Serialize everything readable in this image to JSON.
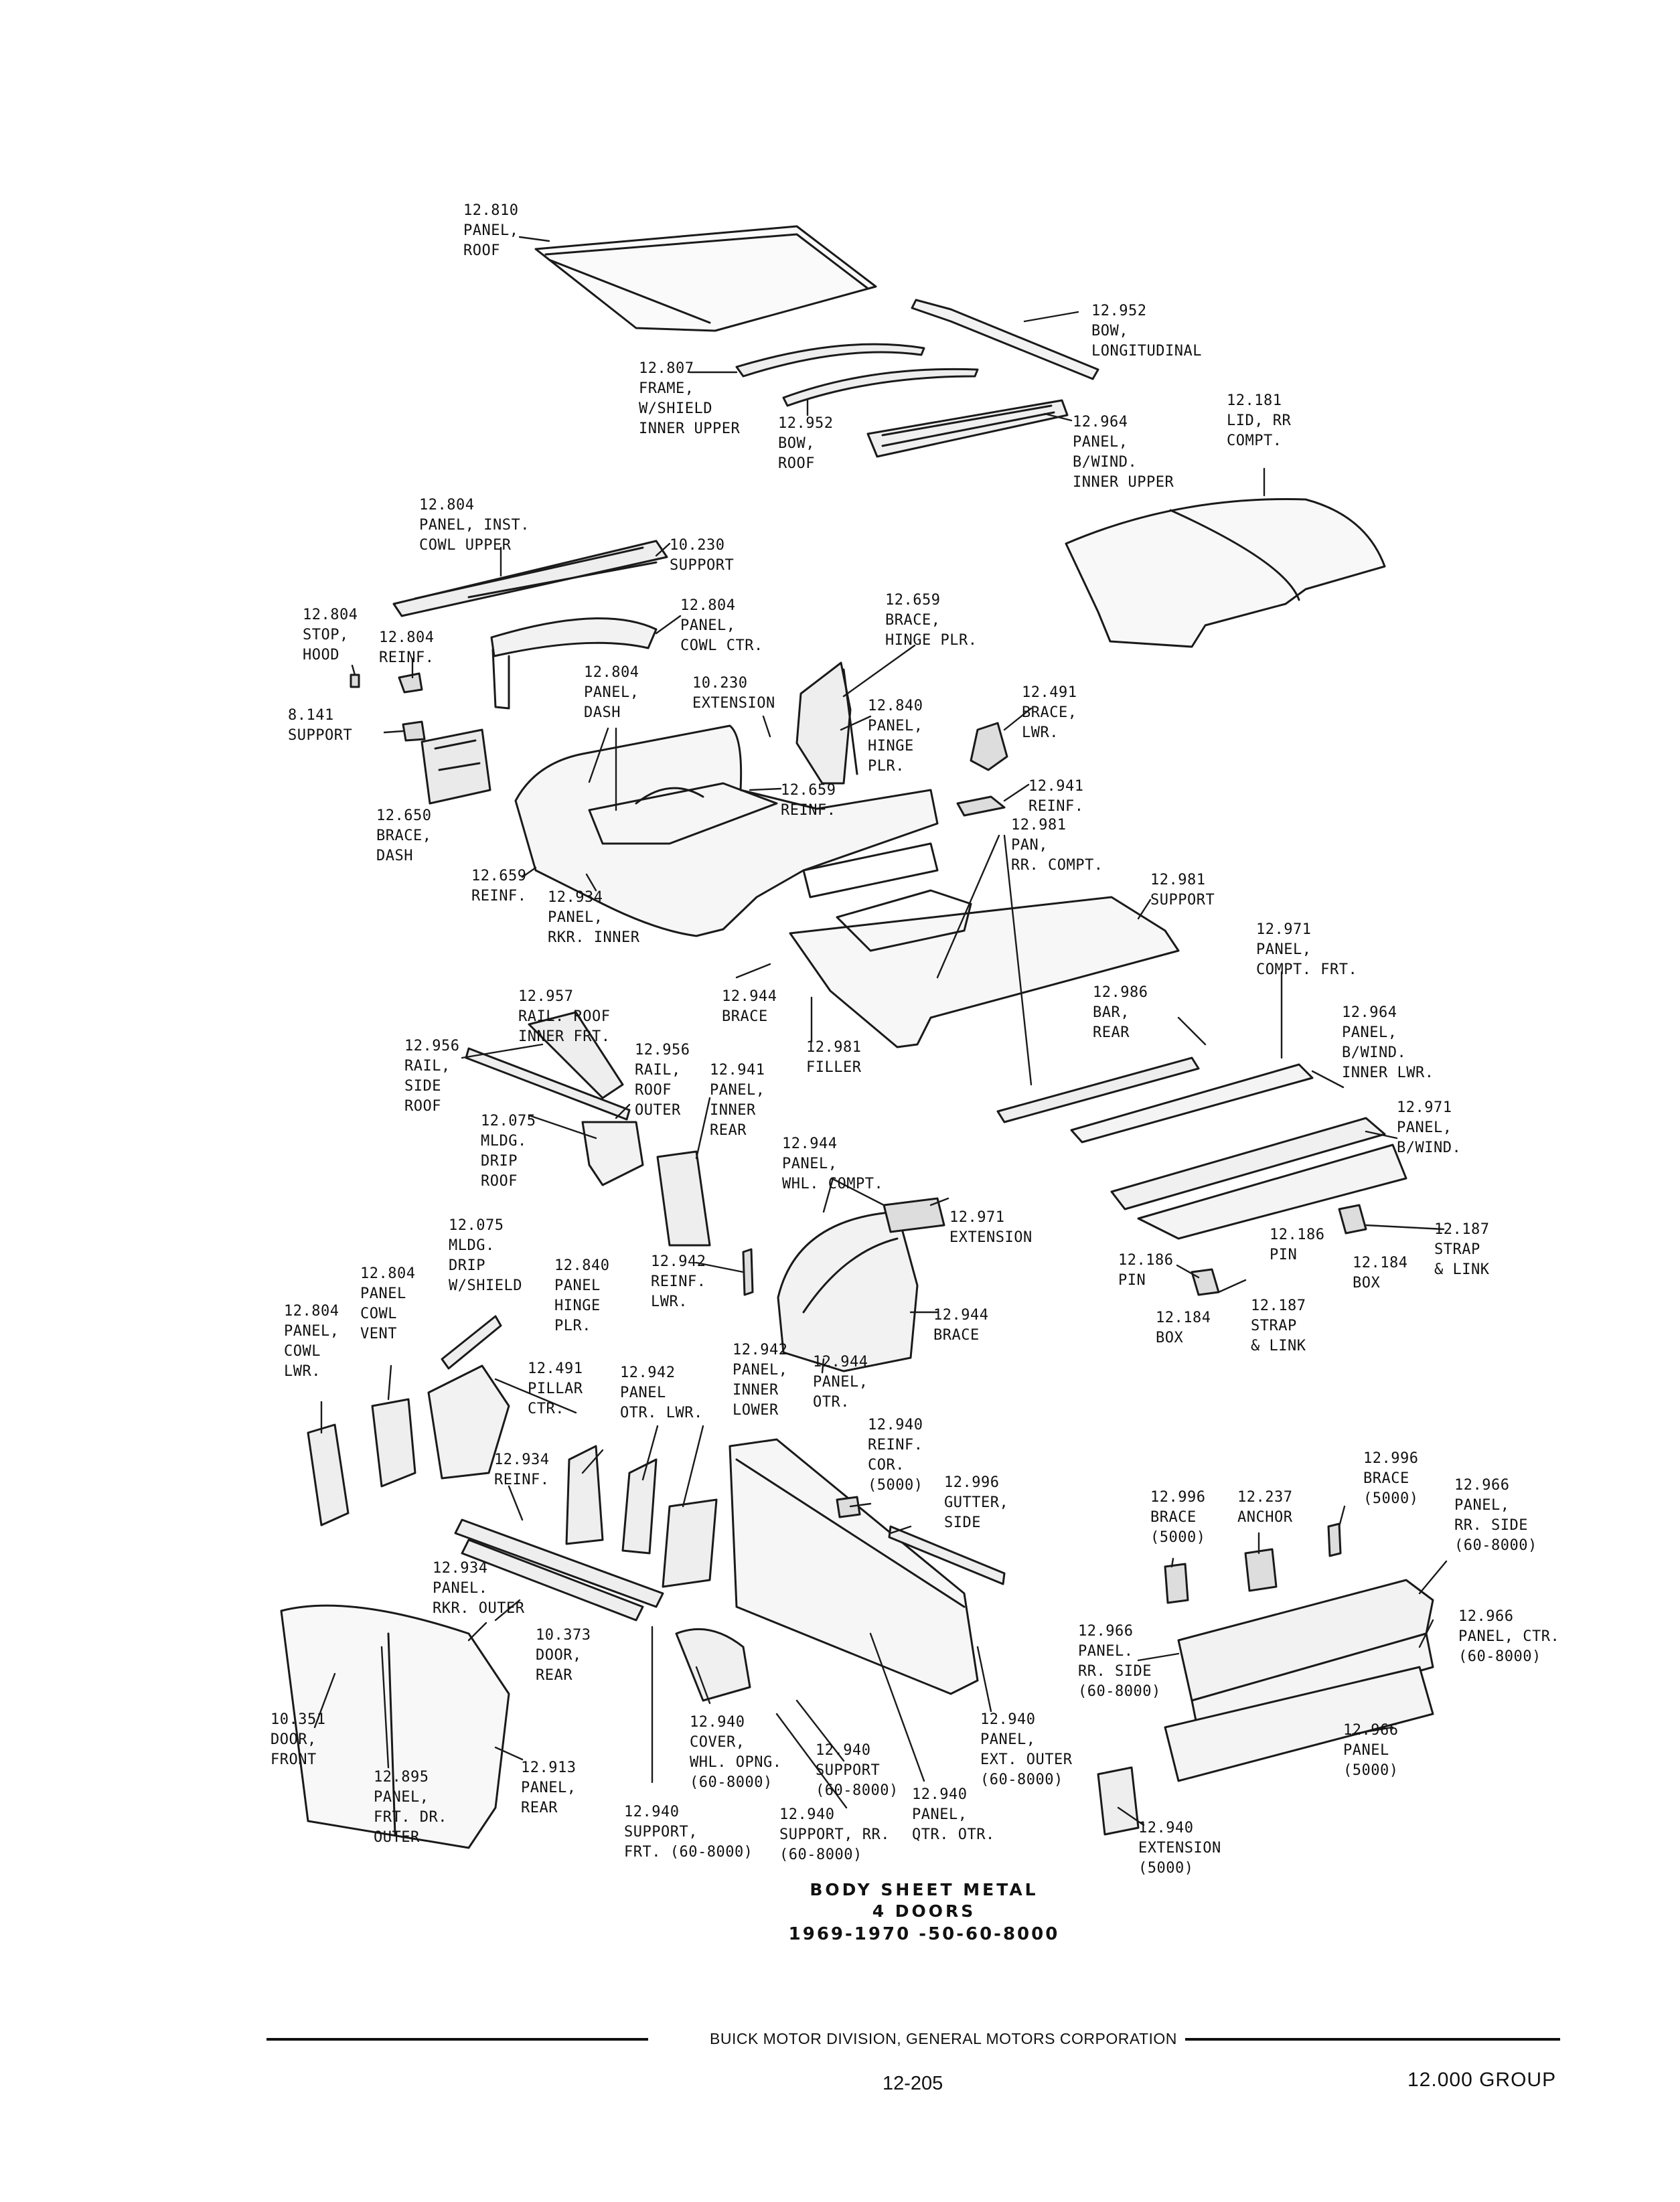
{
  "parts": [
    {
      "id": "p01",
      "lines": [
        "12.810",
        "PANEL,",
        "ROOF"
      ]
    },
    {
      "id": "p02",
      "lines": [
        "12.952",
        "BOW,",
        "LONGITUDINAL"
      ]
    },
    {
      "id": "p03",
      "lines": [
        "12.807",
        "FRAME,",
        "W/SHIELD",
        "INNER UPPER"
      ]
    },
    {
      "id": "p04",
      "lines": [
        "12.952",
        "BOW,",
        "ROOF"
      ]
    },
    {
      "id": "p05",
      "lines": [
        "12.964",
        "PANEL,",
        "B/WIND.",
        "INNER UPPER"
      ]
    },
    {
      "id": "p06",
      "lines": [
        "12.181",
        "LID, RR",
        "COMPT."
      ]
    },
    {
      "id": "p07",
      "lines": [
        "12.804",
        "PANEL, INST.",
        "COWL UPPER"
      ]
    },
    {
      "id": "p08",
      "lines": [
        "10.230",
        "SUPPORT"
      ]
    },
    {
      "id": "p09",
      "lines": [
        "12.804",
        "PANEL,",
        "COWL CTR."
      ]
    },
    {
      "id": "p10",
      "lines": [
        "12.659",
        "BRACE,",
        "HINGE PLR."
      ]
    },
    {
      "id": "p11",
      "lines": [
        "12.804",
        "STOP,",
        "HOOD"
      ]
    },
    {
      "id": "p12",
      "lines": [
        "12.804",
        "REINF."
      ]
    },
    {
      "id": "p13",
      "lines": [
        "12.804",
        "PANEL,",
        "DASH"
      ]
    },
    {
      "id": "p14",
      "lines": [
        "10.230",
        "EXTENSION"
      ]
    },
    {
      "id": "p15",
      "lines": [
        "12.840",
        "PANEL,",
        "HINGE",
        "PLR."
      ]
    },
    {
      "id": "p16",
      "lines": [
        "12.491",
        "BRACE,",
        "LWR."
      ]
    },
    {
      "id": "p17",
      "lines": [
        "8.141",
        "SUPPORT"
      ]
    },
    {
      "id": "p18",
      "lines": [
        "12.659",
        "REINF."
      ]
    },
    {
      "id": "p19",
      "lines": [
        "12.941",
        "REINF."
      ]
    },
    {
      "id": "p20",
      "lines": [
        "12.650",
        "BRACE,",
        "DASH"
      ]
    },
    {
      "id": "p21",
      "lines": [
        "12.981",
        "PAN,",
        "RR. COMPT."
      ]
    },
    {
      "id": "p22",
      "lines": [
        "12.659",
        "REINF."
      ]
    },
    {
      "id": "p23",
      "lines": [
        "12.981",
        "SUPPORT"
      ]
    },
    {
      "id": "p24",
      "lines": [
        "12.934",
        "PANEL,",
        "RKR. INNER"
      ]
    },
    {
      "id": "p25",
      "lines": [
        "12.971",
        "PANEL,",
        "COMPT. FRT."
      ]
    },
    {
      "id": "p26",
      "lines": [
        "12.957",
        "RAIL. ROOF",
        "INNER FRT."
      ]
    },
    {
      "id": "p27",
      "lines": [
        "12.944",
        "BRACE"
      ]
    },
    {
      "id": "p28",
      "lines": [
        "12.986",
        "BAR,",
        "REAR"
      ]
    },
    {
      "id": "p29",
      "lines": [
        "12.964",
        "PANEL,",
        "B/WIND.",
        "INNER LWR."
      ]
    },
    {
      "id": "p30",
      "lines": [
        "12.956",
        "RAIL,",
        "SIDE",
        "ROOF"
      ]
    },
    {
      "id": "p31",
      "lines": [
        "12.956",
        "RAIL,",
        "ROOF",
        "OUTER"
      ]
    },
    {
      "id": "p32",
      "lines": [
        "12.941",
        "PANEL,",
        "INNER",
        "REAR"
      ]
    },
    {
      "id": "p33",
      "lines": [
        "12.981",
        "FILLER"
      ]
    },
    {
      "id": "p34",
      "lines": [
        "12.971",
        "PANEL,",
        "B/WIND."
      ]
    },
    {
      "id": "p35",
      "lines": [
        "12.075",
        "MLDG.",
        "DRIP",
        "ROOF"
      ]
    },
    {
      "id": "p36",
      "lines": [
        "12.944",
        "PANEL,",
        "WHL. COMPT."
      ]
    },
    {
      "id": "p37",
      "lines": [
        "12.971",
        "EXTENSION"
      ]
    },
    {
      "id": "p38",
      "lines": [
        "12.187",
        "STRAP",
        "& LINK"
      ]
    },
    {
      "id": "p39",
      "lines": [
        "12.186",
        "PIN"
      ]
    },
    {
      "id": "p40",
      "lines": [
        "12.184",
        "BOX"
      ]
    },
    {
      "id": "p41",
      "lines": [
        "12.075",
        "MLDG.",
        "DRIP",
        "W/SHIELD"
      ]
    },
    {
      "id": "p42",
      "lines": [
        "12.186",
        "PIN"
      ]
    },
    {
      "id": "p43",
      "lines": [
        "12.184",
        "BOX"
      ]
    },
    {
      "id": "p44",
      "lines": [
        "12.187",
        "STRAP",
        "& LINK"
      ]
    },
    {
      "id": "p45",
      "lines": [
        "12.804",
        "PANEL",
        "COWL",
        "VENT"
      ]
    },
    {
      "id": "p46",
      "lines": [
        "12.840",
        "PANEL",
        "HINGE",
        "PLR."
      ]
    },
    {
      "id": "p47",
      "lines": [
        "12.942",
        "REINF.",
        "LWR."
      ]
    },
    {
      "id": "p48",
      "lines": [
        "12.944",
        "BRACE"
      ]
    },
    {
      "id": "p49",
      "lines": [
        "12.804",
        "PANEL,",
        "COWL",
        "LWR."
      ]
    },
    {
      "id": "p50",
      "lines": [
        "12.942",
        "PANEL,",
        "INNER",
        "LOWER"
      ]
    },
    {
      "id": "p51",
      "lines": [
        "12.491",
        "PILLAR",
        "CTR."
      ]
    },
    {
      "id": "p52",
      "lines": [
        "12.942",
        "PANEL",
        "OTR. LWR."
      ]
    },
    {
      "id": "p53",
      "lines": [
        "12.944",
        "PANEL,",
        "OTR."
      ]
    },
    {
      "id": "p54",
      "lines": [
        "12.940",
        "REINF.",
        "COR.",
        "(5000)"
      ]
    },
    {
      "id": "p55",
      "lines": [
        "12.996",
        "BRACE",
        "(5000)"
      ]
    },
    {
      "id": "p56",
      "lines": [
        "12.934",
        "REINF."
      ]
    },
    {
      "id": "p57",
      "lines": [
        "12.996",
        "GUTTER,",
        "SIDE"
      ]
    },
    {
      "id": "p58",
      "lines": [
        "12.996",
        "BRACE",
        "(5000)"
      ]
    },
    {
      "id": "p59",
      "lines": [
        "12.237",
        "ANCHOR"
      ]
    },
    {
      "id": "p60",
      "lines": [
        "12.966",
        "PANEL,",
        "RR. SIDE",
        "(60-8000)"
      ]
    },
    {
      "id": "p61",
      "lines": [
        "12.934",
        "PANEL.",
        "RKR. OUTER"
      ]
    },
    {
      "id": "p62",
      "lines": [
        "10.373",
        "DOOR,",
        "REAR"
      ]
    },
    {
      "id": "p63",
      "lines": [
        "12.966",
        "PANEL.",
        "RR. SIDE",
        "(60-8000)"
      ]
    },
    {
      "id": "p64",
      "lines": [
        "12.966",
        "PANEL, CTR.",
        "(60-8000)"
      ]
    },
    {
      "id": "p65",
      "lines": [
        "10.351",
        "DOOR,",
        "FRONT"
      ]
    },
    {
      "id": "p66",
      "lines": [
        "12.940",
        "COVER,",
        "WHL. OPNG.",
        "(60-8000)"
      ]
    },
    {
      "id": "p67",
      "lines": [
        "12.940",
        "PANEL,",
        "EXT. OUTER",
        "(60-8000)"
      ]
    },
    {
      "id": "p68",
      "lines": [
        "12.966",
        "PANEL",
        "(5000)"
      ]
    },
    {
      "id": "p69",
      "lines": [
        "12.913",
        "PANEL,",
        "REAR"
      ]
    },
    {
      "id": "p70",
      "lines": [
        "12.895",
        "PANEL,",
        "FRT. DR.",
        "OUTER"
      ]
    },
    {
      "id": "p71",
      "lines": [
        "12.940",
        "SUPPORT",
        "(60-8000)"
      ]
    },
    {
      "id": "p72",
      "lines": [
        "12.940",
        "SUPPORT,",
        "FRT. (60-8000)"
      ]
    },
    {
      "id": "p73",
      "lines": [
        "12.940",
        "SUPPORT, RR.",
        "(60-8000)"
      ]
    },
    {
      "id": "p74",
      "lines": [
        "12.940",
        "PANEL,",
        "QTR. OTR."
      ]
    },
    {
      "id": "p75",
      "lines": [
        "12.940",
        "EXTENSION",
        "(5000)"
      ]
    }
  ],
  "caption": {
    "line1": "BODY SHEET METAL",
    "line2": "4 DOORS",
    "line3": "1969-1970 -50-60-8000"
  },
  "footer": {
    "division": "BUICK MOTOR DIVISION, GENERAL MOTORS CORPORATION",
    "page": "12-205",
    "group": "12.000 GROUP"
  }
}
